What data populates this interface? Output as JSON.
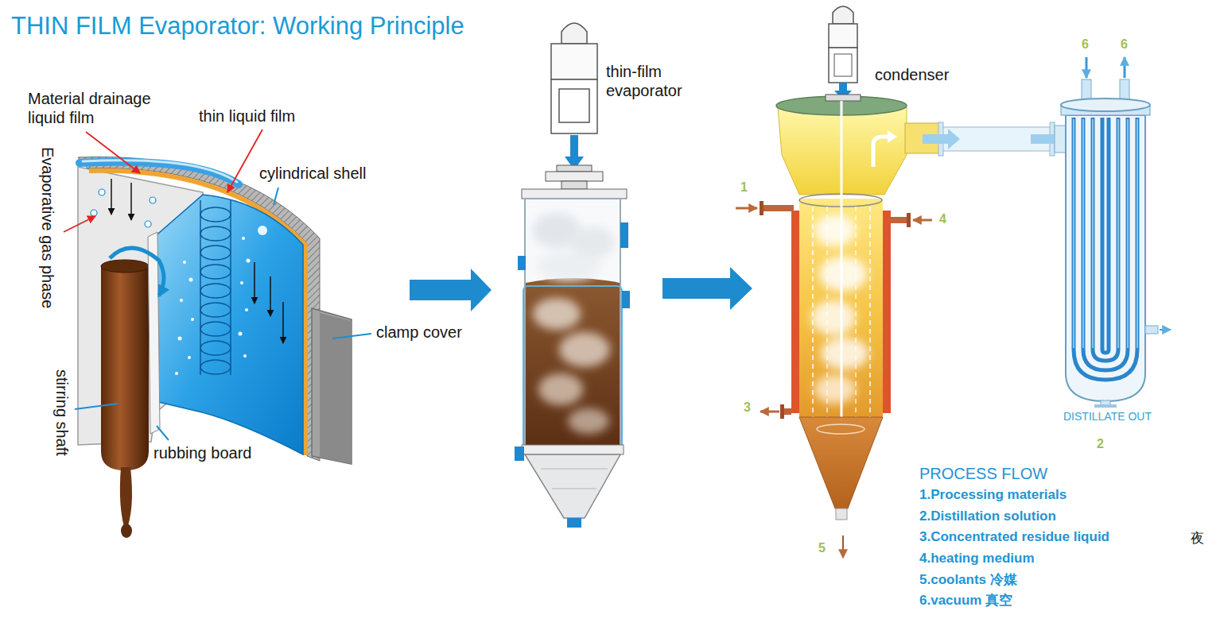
{
  "diagram": {
    "title": "THIN FILM Evaporator: Working Principle",
    "labels": [
      "Material drainage liquid film",
      "thin liquid film",
      "cylindrical shell",
      "Evaporative gas phase",
      "clamp cover",
      "stirring shaft",
      "rubbing board",
      "thin-film evaporator",
      "condenser",
      "1",
      "4",
      "3",
      "5",
      "6",
      "6",
      "DISTILLATE OUT",
      "2",
      "PROCESS FLOW",
      "1.Processing materials",
      "2.Distillation solution",
      "3.Concentrated residue liquid",
      "夜",
      "4.heating medium",
      "5.coolants 冷媒",
      "6.vacuum 真空"
    ]
  }
}
